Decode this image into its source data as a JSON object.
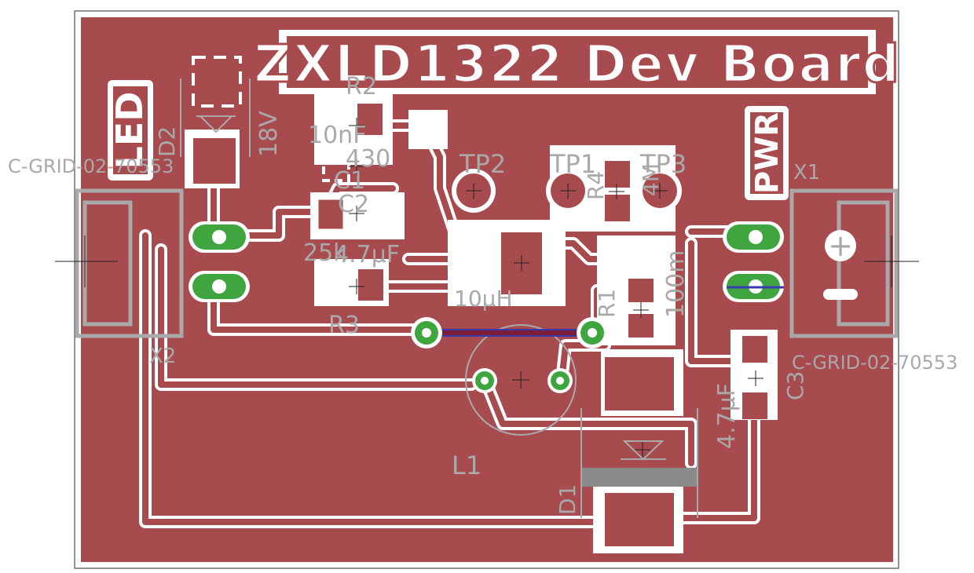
{
  "board": {
    "title": "ZXLD1322 Dev Board",
    "led_label": "LED",
    "pwr_label": "PWR",
    "colors": {
      "copper": "#a84b4f",
      "silk": "#a9a9a9",
      "clearance": "#ffffff",
      "pad": "#3fa63f",
      "outline": "#6e6e6e",
      "bottom_trace": "#3a3ab0",
      "diode_band": "#8a8a8a"
    }
  },
  "labels": {
    "conn_left": "C-GRID-02-70553",
    "conn_right": "C-GRID-02-70553",
    "x1": "X1",
    "x2": "X2",
    "r1": "R1",
    "r1_val": "100m",
    "r2": "R2",
    "r2_val": "430",
    "r3": "R3",
    "r3_val": "25k",
    "r4": "R4",
    "r4_val": "4M",
    "c1": "C1",
    "c1_val": "10nF",
    "c2": "C2",
    "c2_val": "4.7µF",
    "c3": "C3",
    "c3_val": "4.7µF",
    "d1": "D1",
    "d2": "D2",
    "d2_val": "18V",
    "l1": "L1",
    "l1_val": "10µH",
    "tp1": "TP1",
    "tp2": "TP2",
    "tp3": "TP3",
    "plus": "+",
    "minus": "−"
  }
}
